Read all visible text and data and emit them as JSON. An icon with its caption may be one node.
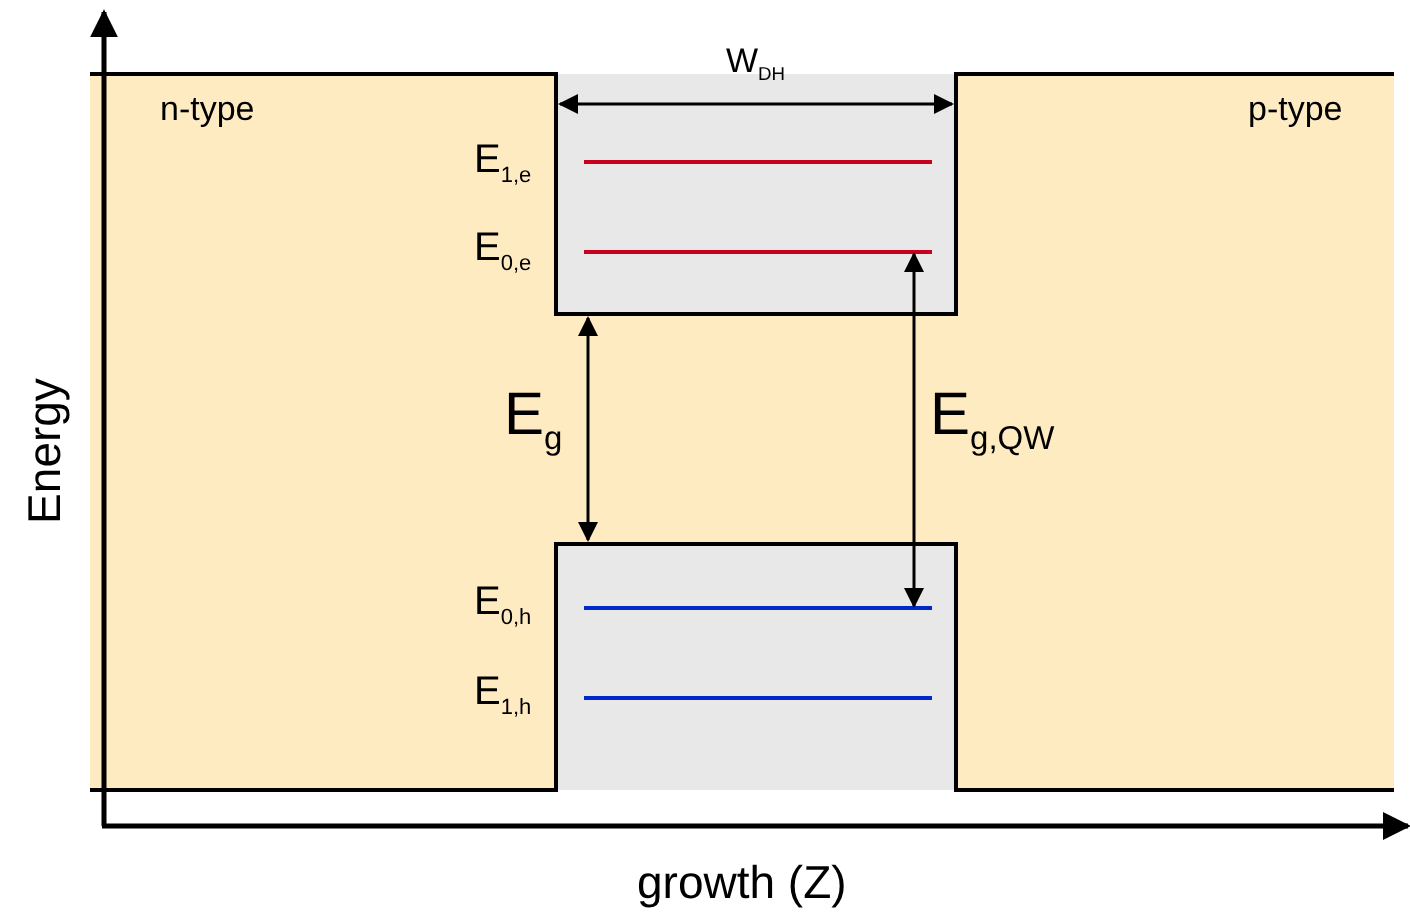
{
  "diagram": {
    "labels": [
      "n-type",
      "W$_{DH}$",
      "p-type",
      "E$_{1,e}$",
      "E$_{0,e}$",
      "E$_{g}$",
      "E$_{g,QW}$",
      "E$_{0,h}$",
      "E$_{1,h}$",
      "Energy",
      "growth (Z)"
    ]
  }
}
